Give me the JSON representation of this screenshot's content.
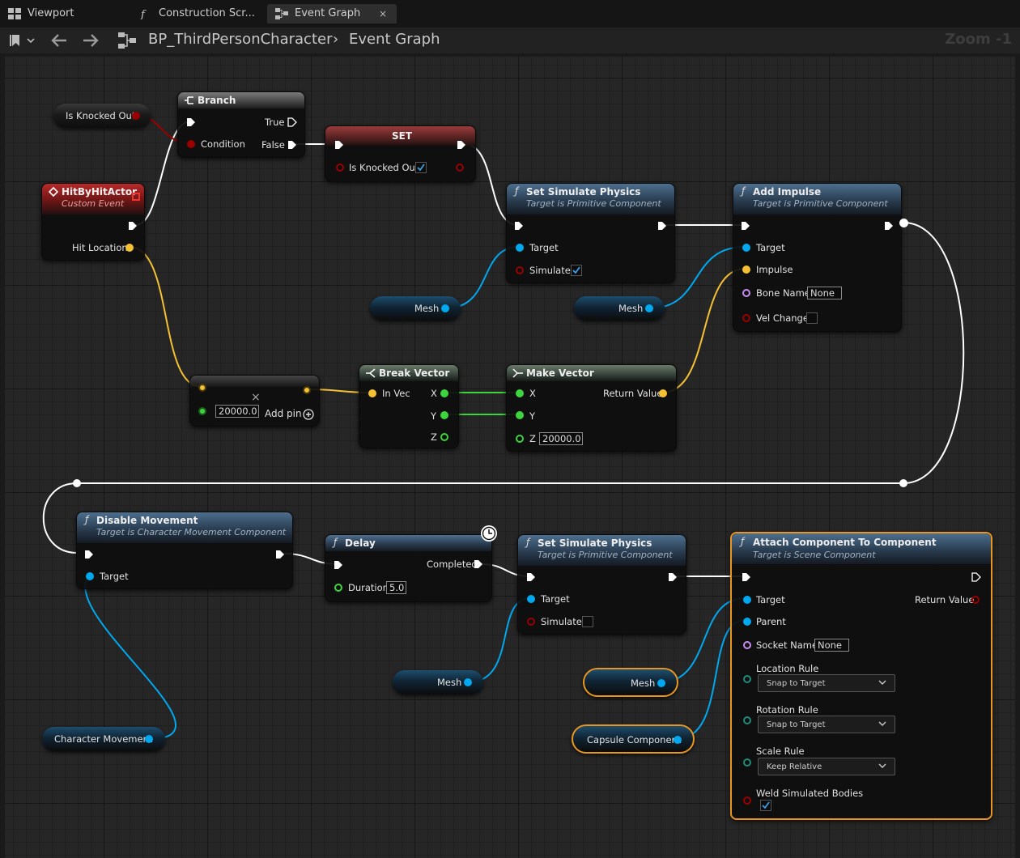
{
  "tabs": [
    {
      "label": "Viewport",
      "icon": "grid-icon"
    },
    {
      "label": "Construction Scr...",
      "icon": "function-icon"
    },
    {
      "label": "Event Graph",
      "icon": "graph-icon",
      "close": "×"
    }
  ],
  "toolbar": {
    "breadcrumb_1": "BP_ThirdPersonCharacter",
    "breadcrumb_sep": "›",
    "breadcrumb_2": "Event Graph",
    "zoom": "Zoom -1"
  },
  "nodes": {
    "is_knocked_out_var": {
      "label": "Is Knocked Out"
    },
    "branch": {
      "title": "Branch",
      "true_label": "True",
      "false_label": "False",
      "condition_label": "Condition"
    },
    "set": {
      "title": "SET",
      "var_label": "Is Knocked Out",
      "checked": true
    },
    "event": {
      "title": "HitByHitActor",
      "subtitle": "Custom Event",
      "hit_location": "Hit Location"
    },
    "set_sim_1": {
      "title": "Set Simulate Physics",
      "subtitle": "Target is Primitive Component",
      "target": "Target",
      "simulate": "Simulate",
      "checked": true
    },
    "add_impulse": {
      "title": "Add Impulse",
      "subtitle": "Target is Primitive Component",
      "target": "Target",
      "impulse": "Impulse",
      "bone_name": "Bone Name",
      "bone_value": "None",
      "vel_change": "Vel Change"
    },
    "mesh_1": {
      "label": "Mesh"
    },
    "mesh_2": {
      "label": "Mesh"
    },
    "multiply": {
      "value": "20000.0",
      "add_pin": "Add pin",
      "x_mark": "×"
    },
    "break_vector": {
      "title": "Break Vector",
      "in_vec": "In Vec",
      "x": "X",
      "y": "Y",
      "z": "Z"
    },
    "make_vector": {
      "title": "Make Vector",
      "x": "X",
      "y": "Y",
      "z": "Z",
      "z_value": "20000.0",
      "return_value": "Return Value"
    },
    "disable_movement": {
      "title": "Disable Movement",
      "subtitle": "Target is Character Movement Component",
      "target": "Target"
    },
    "delay": {
      "title": "Delay",
      "completed": "Completed",
      "duration": "Duration",
      "duration_value": "5.0"
    },
    "set_sim_2": {
      "title": "Set Simulate Physics",
      "subtitle": "Target is Primitive Component",
      "target": "Target",
      "simulate": "Simulate",
      "checked": false
    },
    "attach": {
      "title": "Attach Component To Component",
      "subtitle": "Target is Scene Component",
      "target": "Target",
      "parent": "Parent",
      "socket_name": "Socket Name",
      "socket_value": "None",
      "return_value": "Return Value",
      "location_rule": "Location Rule",
      "location_value": "Snap to Target",
      "rotation_rule": "Rotation Rule",
      "rotation_value": "Snap to Target",
      "scale_rule": "Scale Rule",
      "scale_value": "Keep Relative",
      "weld": "Weld Simulated Bodies",
      "weld_checked": true
    },
    "mesh_3": {
      "label": "Mesh"
    },
    "mesh_4": {
      "label": "Mesh"
    },
    "character_movement": {
      "label": "Character Movement"
    },
    "capsule": {
      "label": "Capsule Component"
    }
  },
  "colors": {
    "exec": "#ffffff",
    "bool": "#9a0000",
    "object": "#00a8f0",
    "vector": "#f5c132",
    "float": "#3dd43d",
    "name": "#c88ef2",
    "struct": "#1f8c7a"
  }
}
